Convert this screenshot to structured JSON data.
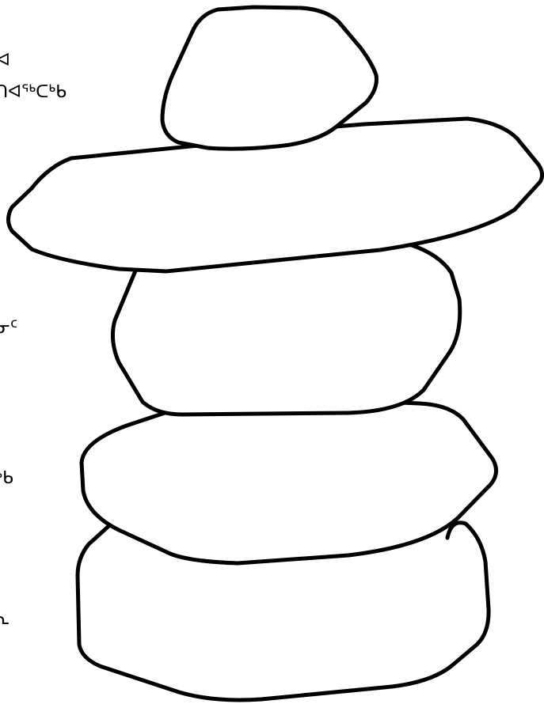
{
  "text_fragments": [
    "ᐊ",
    "ᑎᐊᖅᑕᒃᑲ",
    "ᓂᑦ",
    "ᒃᑲ",
    "ᕆ"
  ],
  "colors": {
    "background": "#ffffff",
    "outline": "#000000"
  }
}
